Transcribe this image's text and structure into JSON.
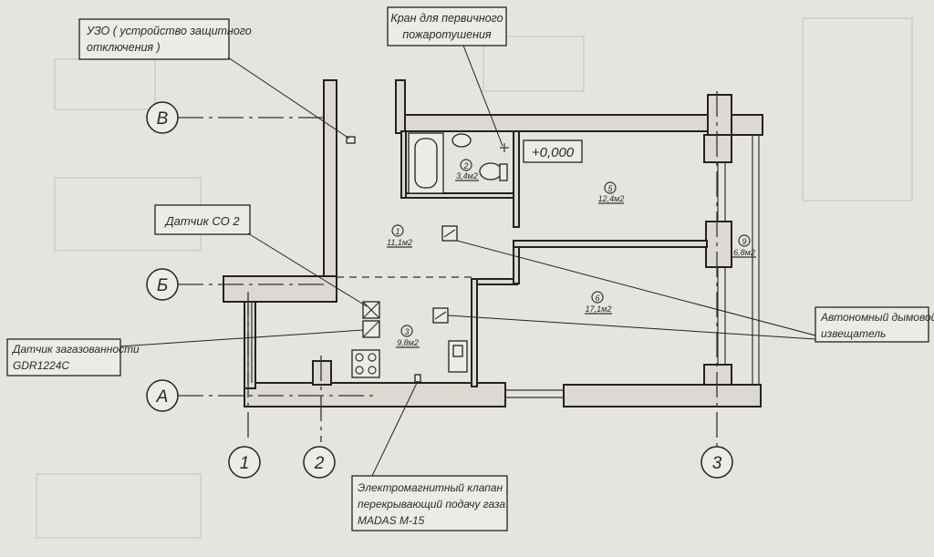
{
  "labels": {
    "uzo_line1": "УЗО ( устройство защитного",
    "uzo_line2": "отключения )",
    "crane_line1": "Кран для первичного",
    "crane_line2": "пожаротушения",
    "co2": "Датчик СО 2",
    "gas_line1": "Датчик загазованности",
    "gas_line2": "GDR1224C",
    "smoke_line1": "Автономный дымовой",
    "smoke_line2": "извещатель",
    "valve_line1": "Электромагнитный клапан ,",
    "valve_line2": "перекрывающий подачу газа",
    "valve_line3": "MADAS M-15",
    "level": "+0,000"
  },
  "axes": {
    "row_v": "В",
    "row_b": "Б",
    "row_a": "А",
    "col_1": "1",
    "col_2": "2",
    "col_3": "3"
  },
  "rooms": [
    {
      "num": "1",
      "area": "11,1м2"
    },
    {
      "num": "2",
      "area": "3,4м2"
    },
    {
      "num": "3",
      "area": "9,8м2"
    },
    {
      "num": "5",
      "area": "12,4м2"
    },
    {
      "num": "6",
      "area": "17,1м2"
    },
    {
      "num": "9",
      "area": "6,8м2"
    }
  ]
}
